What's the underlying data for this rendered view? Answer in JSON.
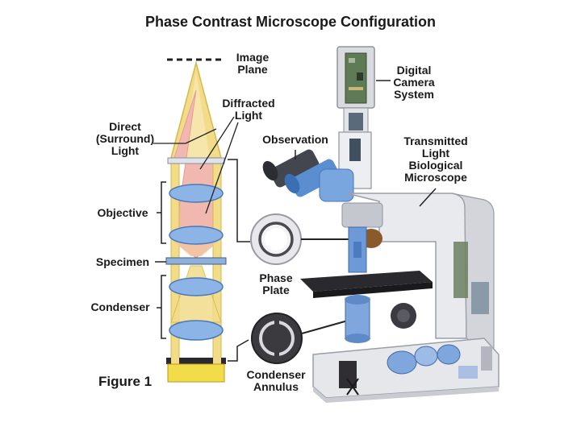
{
  "title": "Phase Contrast Microscope Configuration",
  "figure_label": "Figure 1",
  "labels": {
    "image_plane": "Image\nPlane",
    "diffracted_light": "Diffracted\nLight",
    "direct_light": "Direct\n(Surround)\nLight",
    "objective": "Objective",
    "specimen": "Specimen",
    "condenser": "Condenser",
    "observation": "Observation",
    "phase_plate": "Phase\nPlate",
    "condenser_annulus": "Condenser\nAnnulus",
    "digital_camera": "Digital\nCamera\nSystem",
    "microscope": "Transmitted\nLight\nBiological\nMicroscope"
  },
  "colors": {
    "light_cone": "#f2dc8a",
    "diffracted_cone": "#f1b8b0",
    "lens": "#8db4e6",
    "microscope_body": "#e9eaee",
    "stage_dark": "#2a2a2e",
    "annulus_dark": "#3b3b3f",
    "lamp": "#f3dc4a"
  }
}
